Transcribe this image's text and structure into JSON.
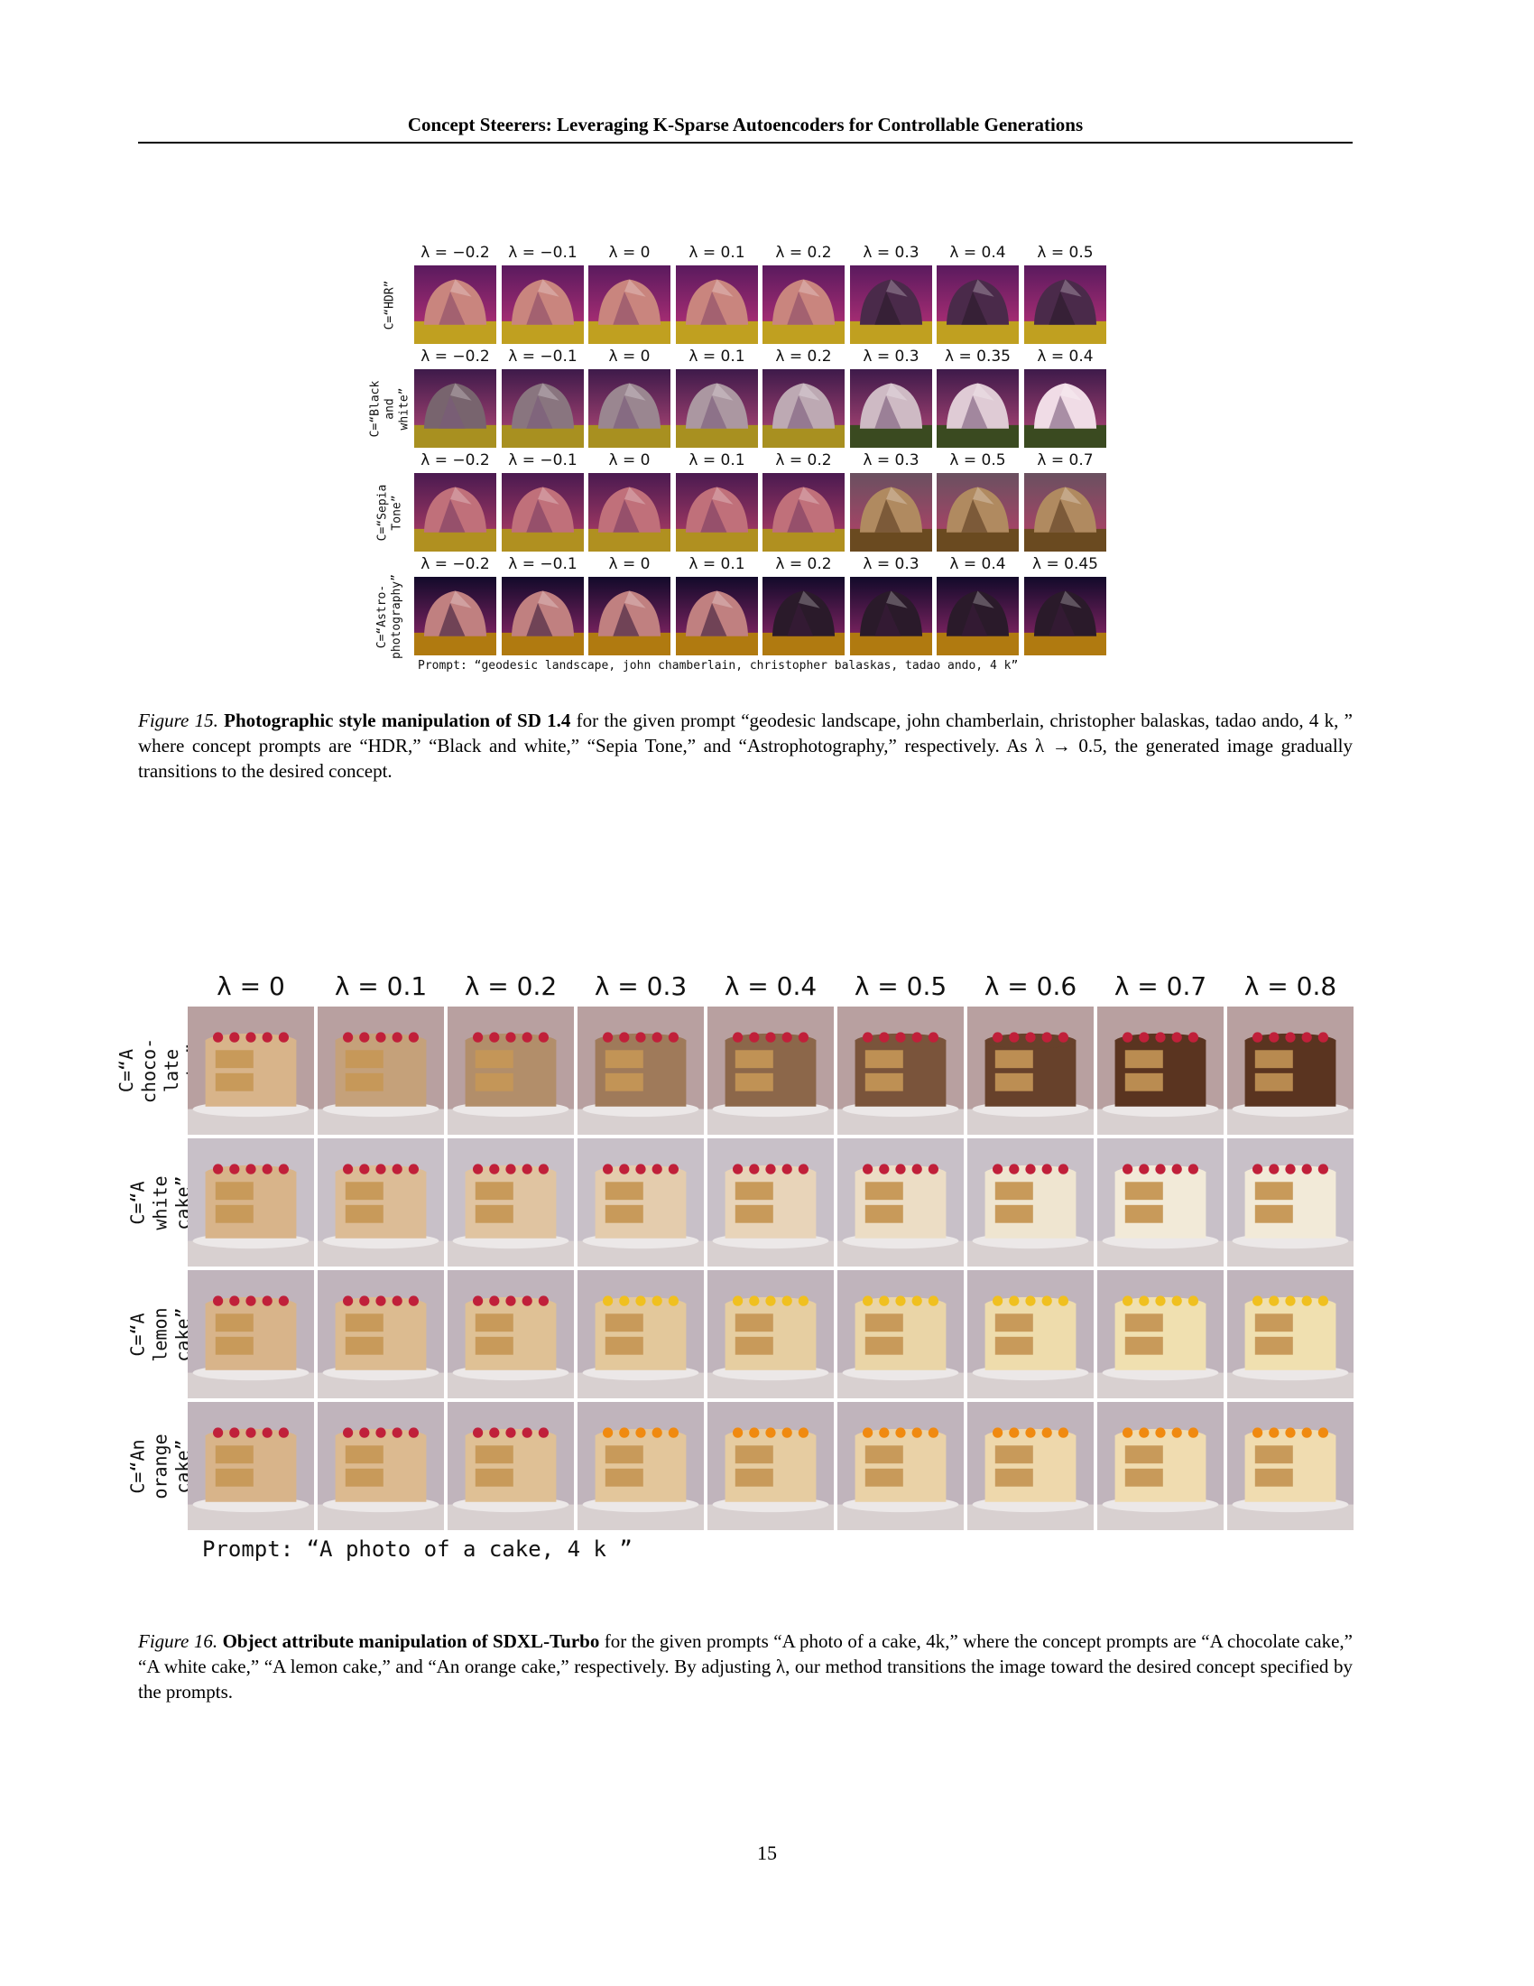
{
  "header": {
    "title": "Concept Steerers: Leveraging K-Sparse Autoencoders for Controllable Generations"
  },
  "figure15": {
    "rows": [
      {
        "label": "C=“HDR”",
        "lambdas": [
          "λ = −0.2",
          "λ = −0.1",
          "λ = 0",
          "λ = 0.1",
          "λ = 0.2",
          "λ = 0.3",
          "λ = 0.4",
          "λ = 0.5"
        ]
      },
      {
        "label": "C=“Black\nand white”",
        "lambdas": [
          "λ = −0.2",
          "λ = −0.1",
          "λ = 0",
          "λ = 0.1",
          "λ = 0.2",
          "λ = 0.3",
          "λ = 0.35",
          "λ = 0.4"
        ]
      },
      {
        "label": "C=“Sepia\nTone”",
        "lambdas": [
          "λ = −0.2",
          "λ = −0.1",
          "λ = 0",
          "λ = 0.1",
          "λ = 0.2",
          "λ = 0.3",
          "λ = 0.5",
          "λ = 0.7"
        ]
      },
      {
        "label": "C=“Astro-\nphotography”",
        "lambdas": [
          "λ = −0.2",
          "λ = −0.1",
          "λ = 0",
          "λ = 0.1",
          "λ = 0.2",
          "λ = 0.3",
          "λ = 0.4",
          "λ = 0.45"
        ]
      }
    ],
    "prompt": "Prompt: “geodesic landscape, john chamberlain, christopher balaskas, tadao ando, 4 k”",
    "caption": {
      "figno": "Figure 15.",
      "lead": "Photographic style manipulation of SD 1.4",
      "text": " for the given prompt “geodesic landscape, john chamberlain, christopher balaskas, tadao ando, 4 k, ” where concept prompts are “HDR,” “Black and white,” “Sepia Tone,” and “Astrophotography,” respectively.  As λ → 0.5, the generated image gradually transitions to the desired concept."
    }
  },
  "figure16": {
    "lambdas": [
      "λ = 0",
      "λ = 0.1",
      "λ = 0.2",
      "λ = 0.3",
      "λ = 0.4",
      "λ = 0.5",
      "λ = 0.6",
      "λ = 0.7",
      "λ = 0.8"
    ],
    "rows": [
      {
        "label": "C=“A choco-\nlate cake”"
      },
      {
        "label": "C=“A white\ncake”"
      },
      {
        "label": "C=“A lemon\ncake”"
      },
      {
        "label": "C=“An orange\ncake”"
      }
    ],
    "prompt": "Prompt: “A photo of a cake, 4 k ”",
    "caption": {
      "figno": "Figure 16.",
      "lead": "Object attribute manipulation of SDXL-Turbo",
      "text": " for the given prompts “A photo of a cake, 4k,” where the concept prompts are “A chocolate cake,” “A white cake,” “A lemon cake,” and “An orange cake,” respectively. By adjusting λ, our method transitions the image toward the desired concept specified by the prompts."
    }
  },
  "page_number": "15"
}
